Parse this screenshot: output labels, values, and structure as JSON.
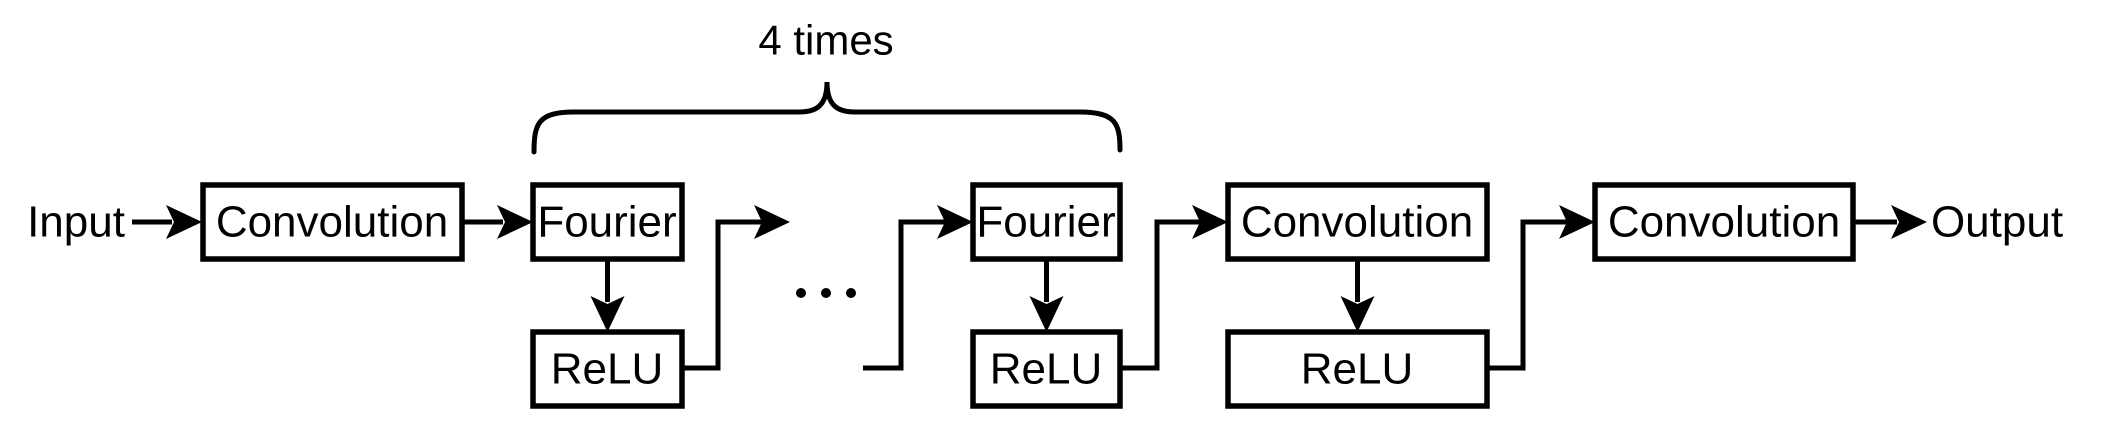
{
  "diagram": {
    "type": "flow-diagram",
    "description": "Neural network architecture: input passes through a convolution, then a Fourier+ReLU block repeated 4 times, then convolution with ReLU, then a final convolution to the output",
    "input_label": "Input",
    "output_label": "Output",
    "repeat_label": "4 times",
    "ellipsis": ". . .",
    "nodes": [
      {
        "id": "convolution-1",
        "label": "Convolution"
      },
      {
        "id": "fourier-1",
        "label": "Fourier"
      },
      {
        "id": "relu-1",
        "label": "ReLU"
      },
      {
        "id": "fourier-2",
        "label": "Fourier"
      },
      {
        "id": "relu-2",
        "label": "ReLU"
      },
      {
        "id": "convolution-2",
        "label": "Convolution"
      },
      {
        "id": "relu-3",
        "label": "ReLU"
      },
      {
        "id": "convolution-3",
        "label": "Convolution"
      }
    ],
    "colors": {
      "stroke": "#000000",
      "background": "#ffffff",
      "text": "#000000"
    }
  }
}
